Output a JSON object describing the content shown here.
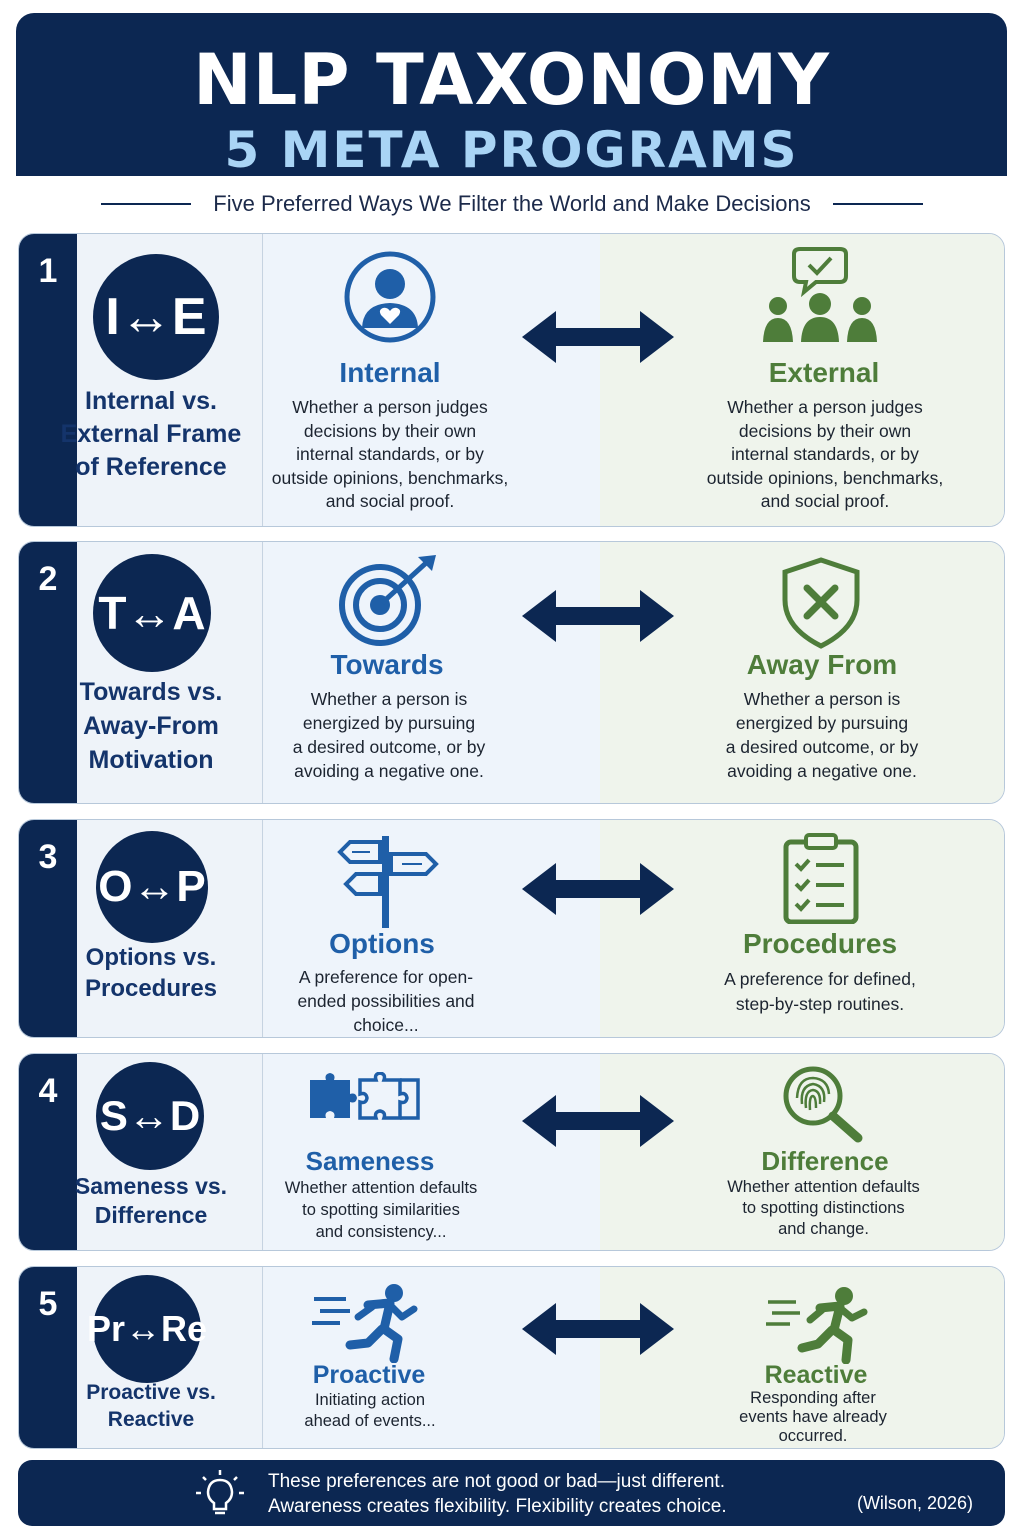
{
  "header": {
    "title": "NLP TAXONOMY",
    "subtitle": "5 META PROGRAMS"
  },
  "tagline": "Five Preferred Ways We Filter the World and Make Decisions",
  "programs": [
    {
      "number": "1",
      "badge": "I↔E",
      "name_lines": [
        "Internal vs.",
        "External Frame",
        "of Reference"
      ],
      "left": {
        "title": "Internal",
        "icon": "person-heart-icon",
        "desc_lines": [
          "Whether a person judges",
          "decisions by their own",
          "internal standards, or by",
          "outside opinions, benchmarks,",
          "and social proof."
        ]
      },
      "right": {
        "title": "External",
        "icon": "group-speech-check-icon",
        "desc_lines": [
          "Whether a person judges",
          "decisions by their own",
          "internal standards, or by",
          "outside opinions, benchmarks,",
          "and social proof."
        ]
      }
    },
    {
      "number": "2",
      "badge": "T↔A",
      "name_lines": [
        "Towards vs.",
        "Away-From",
        "Motivation"
      ],
      "left": {
        "title": "Towards",
        "icon": "target-arrow-icon",
        "desc_lines": [
          "Whether a person is",
          "energized by pursuing",
          "a desired outcome, or by",
          "avoiding a negative one."
        ]
      },
      "right": {
        "title": "Away From",
        "icon": "shield-x-icon",
        "desc_lines": [
          "Whether a person is",
          "energized by pursuing",
          "a desired outcome, or by",
          "avoiding a negative one."
        ]
      }
    },
    {
      "number": "3",
      "badge": "O↔P",
      "name_lines": [
        "Options vs.",
        "Procedures"
      ],
      "left": {
        "title": "Options",
        "icon": "signpost-icon",
        "desc_lines": [
          "A preference for open-",
          "ended possibilities and",
          "choice..."
        ]
      },
      "right": {
        "title": "Procedures",
        "icon": "clipboard-checklist-icon",
        "desc_lines": [
          "A preference for defined,",
          "step-by-step routines."
        ]
      }
    },
    {
      "number": "4",
      "badge": "S↔D",
      "name_lines": [
        "Sameness vs.",
        "Difference"
      ],
      "left": {
        "title": "Sameness",
        "icon": "puzzle-pieces-icon",
        "desc_lines": [
          "Whether attention defaults",
          "to spotting similarities",
          "and consistency..."
        ]
      },
      "right": {
        "title": "Difference",
        "icon": "fingerprint-magnifier-icon",
        "desc_lines": [
          "Whether attention defaults",
          "to spotting distinctions",
          "and change."
        ]
      }
    },
    {
      "number": "5",
      "badge": "Pr↔Re",
      "name_lines": [
        "Proactive vs.",
        "Reactive"
      ],
      "left": {
        "title": "Proactive",
        "icon": "running-person-icon",
        "desc_lines": [
          "Initiating action",
          "ahead of events..."
        ]
      },
      "right": {
        "title": "Reactive",
        "icon": "runner-responding-icon",
        "desc_lines": [
          "Responding after",
          "events have already",
          "occurred."
        ]
      }
    }
  ],
  "footer": {
    "icon": "lightbulb-icon",
    "line1": "These preferences are not good or bad—just different.",
    "line2": "Awareness creates flexibility. Flexibility creates choice.",
    "citation": "(Wilson, 2026)"
  },
  "colors": {
    "navy": "#0c2752",
    "blue_accent": "#1f5fa8",
    "green_accent": "#4e7d3a",
    "light_blue_text": "#a9d4f5"
  }
}
